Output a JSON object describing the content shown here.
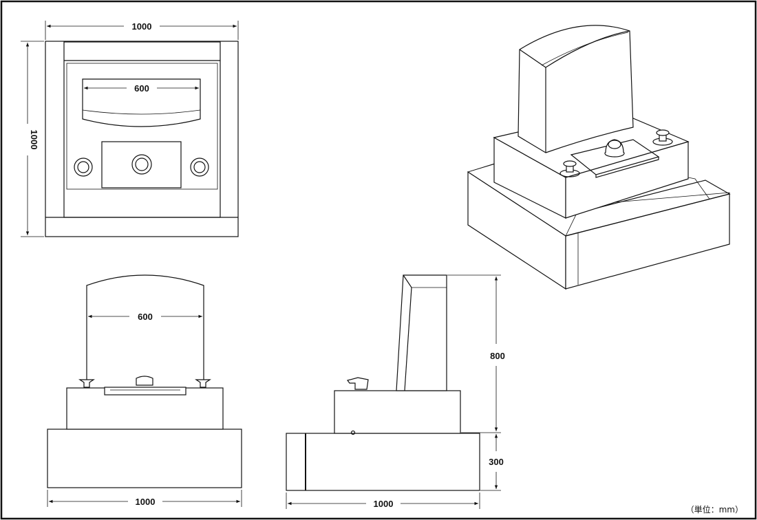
{
  "dimensions": {
    "plan_width": "1000",
    "plan_depth": "1000",
    "plan_inner_width": "600",
    "front_inner_width": "600",
    "front_width": "1000",
    "side_width": "1000",
    "side_height_upper": "800",
    "side_height_lower": "300"
  },
  "unit_note": "（単位：mm）"
}
